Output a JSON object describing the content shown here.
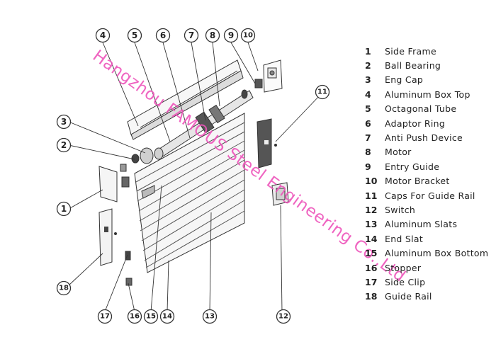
{
  "callouts": [
    "1",
    "2",
    "3",
    "4",
    "5",
    "6",
    "7",
    "8",
    "9",
    "10",
    "11",
    "12",
    "13",
    "14",
    "15",
    "16",
    "17",
    "18"
  ],
  "legend": [
    {
      "num": "1",
      "label": "Side Frame"
    },
    {
      "num": "2",
      "label": "Ball Bearing"
    },
    {
      "num": "3",
      "label": "Eng Cap"
    },
    {
      "num": "4",
      "label": "Aluminum Box Top"
    },
    {
      "num": "5",
      "label": "Octagonal Tube"
    },
    {
      "num": "6",
      "label": "Adaptor Ring"
    },
    {
      "num": "7",
      "label": "Anti Push Device"
    },
    {
      "num": "8",
      "label": "Motor"
    },
    {
      "num": "9",
      "label": "Entry Guide"
    },
    {
      "num": "10",
      "label": "Motor Bracket"
    },
    {
      "num": "11",
      "label": "Caps For Guide Rail"
    },
    {
      "num": "12",
      "label": "Switch"
    },
    {
      "num": "13",
      "label": "Aluminum Slats"
    },
    {
      "num": "14",
      "label": "End Slat"
    },
    {
      "num": "15",
      "label": "Aluminum Box Bottom"
    },
    {
      "num": "16",
      "label": "Stopper"
    },
    {
      "num": "17",
      "label": "Side Clip"
    },
    {
      "num": "18",
      "label": "Guide Rail"
    }
  ],
  "watermark": "Hangzhou FAMOUS Steel Engineering Co.,Ltd",
  "colors": {
    "line": "#333333",
    "watermark": "#ee55bb",
    "part_fill": "#f3f3f3",
    "dark_fill": "#6b6b6b"
  }
}
